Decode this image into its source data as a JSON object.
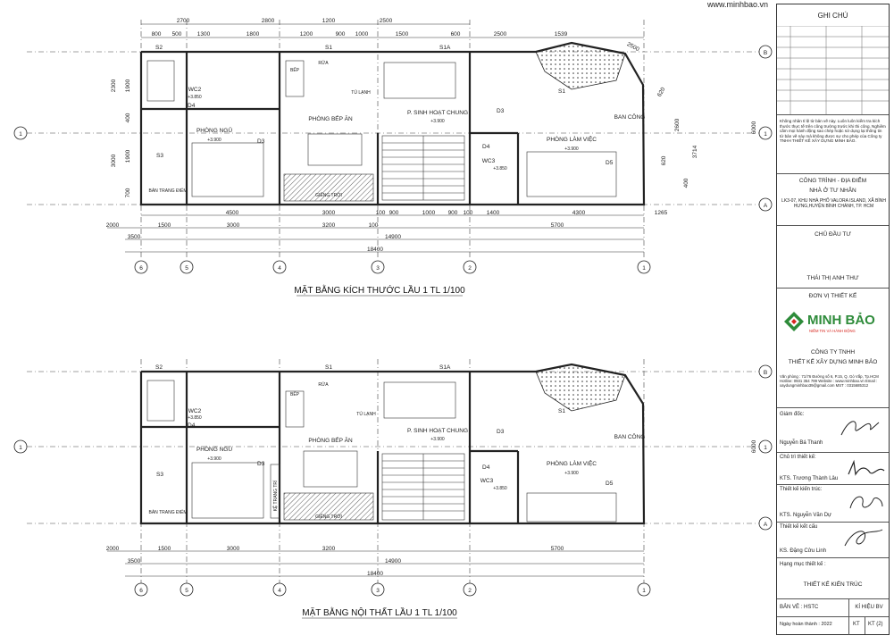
{
  "website": "www.minhbao.vn",
  "plans": [
    {
      "title": "MẶT BẰNG KÍCH THƯỚC LẦU 1 TL 1/100",
      "top_dims": {
        "row1": [
          "2700",
          "2800",
          "1200",
          "2500"
        ],
        "row2": [
          "800",
          "500",
          "1300",
          "1800",
          "1200",
          "900",
          "1000",
          "1500",
          "600",
          "2500",
          "1539"
        ]
      },
      "bottom_dims": {
        "row1": [
          "4500",
          "3000",
          "100",
          "900",
          "1000",
          "900",
          "100",
          "1400",
          "4300",
          "1265"
        ],
        "row2": [
          "2000",
          "1500",
          "3000",
          "3200",
          "100",
          "5700"
        ],
        "row3": [
          "3500",
          "14900"
        ],
        "row4": "18400"
      },
      "left_dims": [
        "2300",
        "1900",
        "400",
        "1900",
        "3000",
        "700"
      ],
      "right_dims": [
        "6000",
        "3714",
        "2500",
        "620",
        "2600",
        "620",
        "400"
      ]
    },
    {
      "title": "MẶT BẰNG NỘI THẤT LẦU 1 TL 1/100",
      "bottom_dims": {
        "row1": [
          "2000",
          "1500",
          "3000",
          "3200",
          "5700"
        ],
        "row2": [
          "3500",
          "14900"
        ],
        "row3": "18400"
      },
      "right_dims": [
        "6000"
      ]
    }
  ],
  "axes": {
    "columns": [
      "6",
      "5",
      "4",
      "3",
      "2",
      "1"
    ],
    "rows": [
      "A",
      "B",
      "1"
    ]
  },
  "rooms": {
    "phong_ngu": "PHÒNG NGỦ",
    "bep_an": "PHÒNG BẾP ĂN",
    "sinh_hoat": "P. SINH HOẠT CHUNG",
    "lam_viec": "PHÒNG LÀM VIỆC",
    "ban_cong": "BAN CÔNG",
    "wc2": "WC2",
    "wc3": "WC3",
    "gieng_troi": "GIẾNG TRỜI",
    "ban_trang_diem": "BÀN TRANG ĐIỂM",
    "tu_lanh": "TỦ LẠNH",
    "bep": "BẾP",
    "rua": "RỬA",
    "ke_trang_tri": "KỆ TRANG TRÍ",
    "lvl_main": "+3.900",
    "lvl_wc": "+3.850"
  },
  "labels": {
    "s1": "S1",
    "s1a": "S1A",
    "s2": "S2",
    "s3": "S3",
    "d3": "D3",
    "d4": "D4",
    "d5": "D5"
  },
  "titleblock": {
    "ghi_chu": "GHI CHÚ",
    "notes": "Không nhân tỉ lệ từ bản vẽ này. Luôn luôn kiểm tra kích thước thực tế trên công trường trước khi thi công. Nghiêm cấm mọi hành động sao chép hoặc sử dụng lại thông tin từ bản vẽ này mà không được sự cho phép của Công ty TNHH THIẾT KẾ XÂY DỰNG MINH BẢO.",
    "cong_trinh_label": "CÔNG TRÌNH - ĐỊA ĐIỂM",
    "cong_trinh": "NHÀ Ở TƯ NHÂN",
    "dia_diem": "LK3-07, KHU NHÀ PHỐ VALORA ISLAND, XÃ BÌNH HƯNG,HUYỆN BÌNH CHÁNH, TP. HCM",
    "chu_dau_tu_label": "CHỦ ĐẦU TƯ",
    "chu_dau_tu": "THÁI THỊ ANH THƯ",
    "don_vi_label": "ĐƠN VỊ THIẾT KẾ",
    "logo_text": "MINH BẢO",
    "logo_slogan": "NIỀM TIN VÀ HÀNH ĐỘNG",
    "company_1": "CÔNG TY TNHH",
    "company_2": "THIẾT KẾ XÂY DỰNG MINH BẢO",
    "contact": "Văn phòng : 71/76 Đường số 6, P.15, Q. Gò Vấp, Tp.HCM Hotline: 0931 354 789 Website : www.minhbao.vn Email : xaydungminhbao39@gmail.com MST : 0315685312",
    "giam_doc_label": "Giám đốc:",
    "giam_doc": "Nguyễn Bá Thanh",
    "chu_tri_label": "Chủ trì thiết kế:",
    "chu_tri": "KTS. Trương Thành Lâu",
    "kien_truc_label": "Thiết kế kiến trúc:",
    "kien_truc": "KTS. Nguyễn Văn Dự",
    "ket_cau_label": "Thiết kế kết cấu",
    "ket_cau": "KS. Đặng Cửu Linh",
    "hang_muc_label": "Hạng mục thiết kế :",
    "hang_muc": "THIẾT KẾ KIẾN TRÚC",
    "ban_ve": "BẢN VẼ : HSTC",
    "ki_hieu_label": "KÍ HIỆU BV",
    "ngay": "Ngày hoàn thành : 2022",
    "kt": "KT",
    "kt2": "KT (2)"
  },
  "colors": {
    "line": "#222222",
    "grid": "#333333",
    "brand_green": "#2e8b3a",
    "brand_red": "#d7261e"
  }
}
